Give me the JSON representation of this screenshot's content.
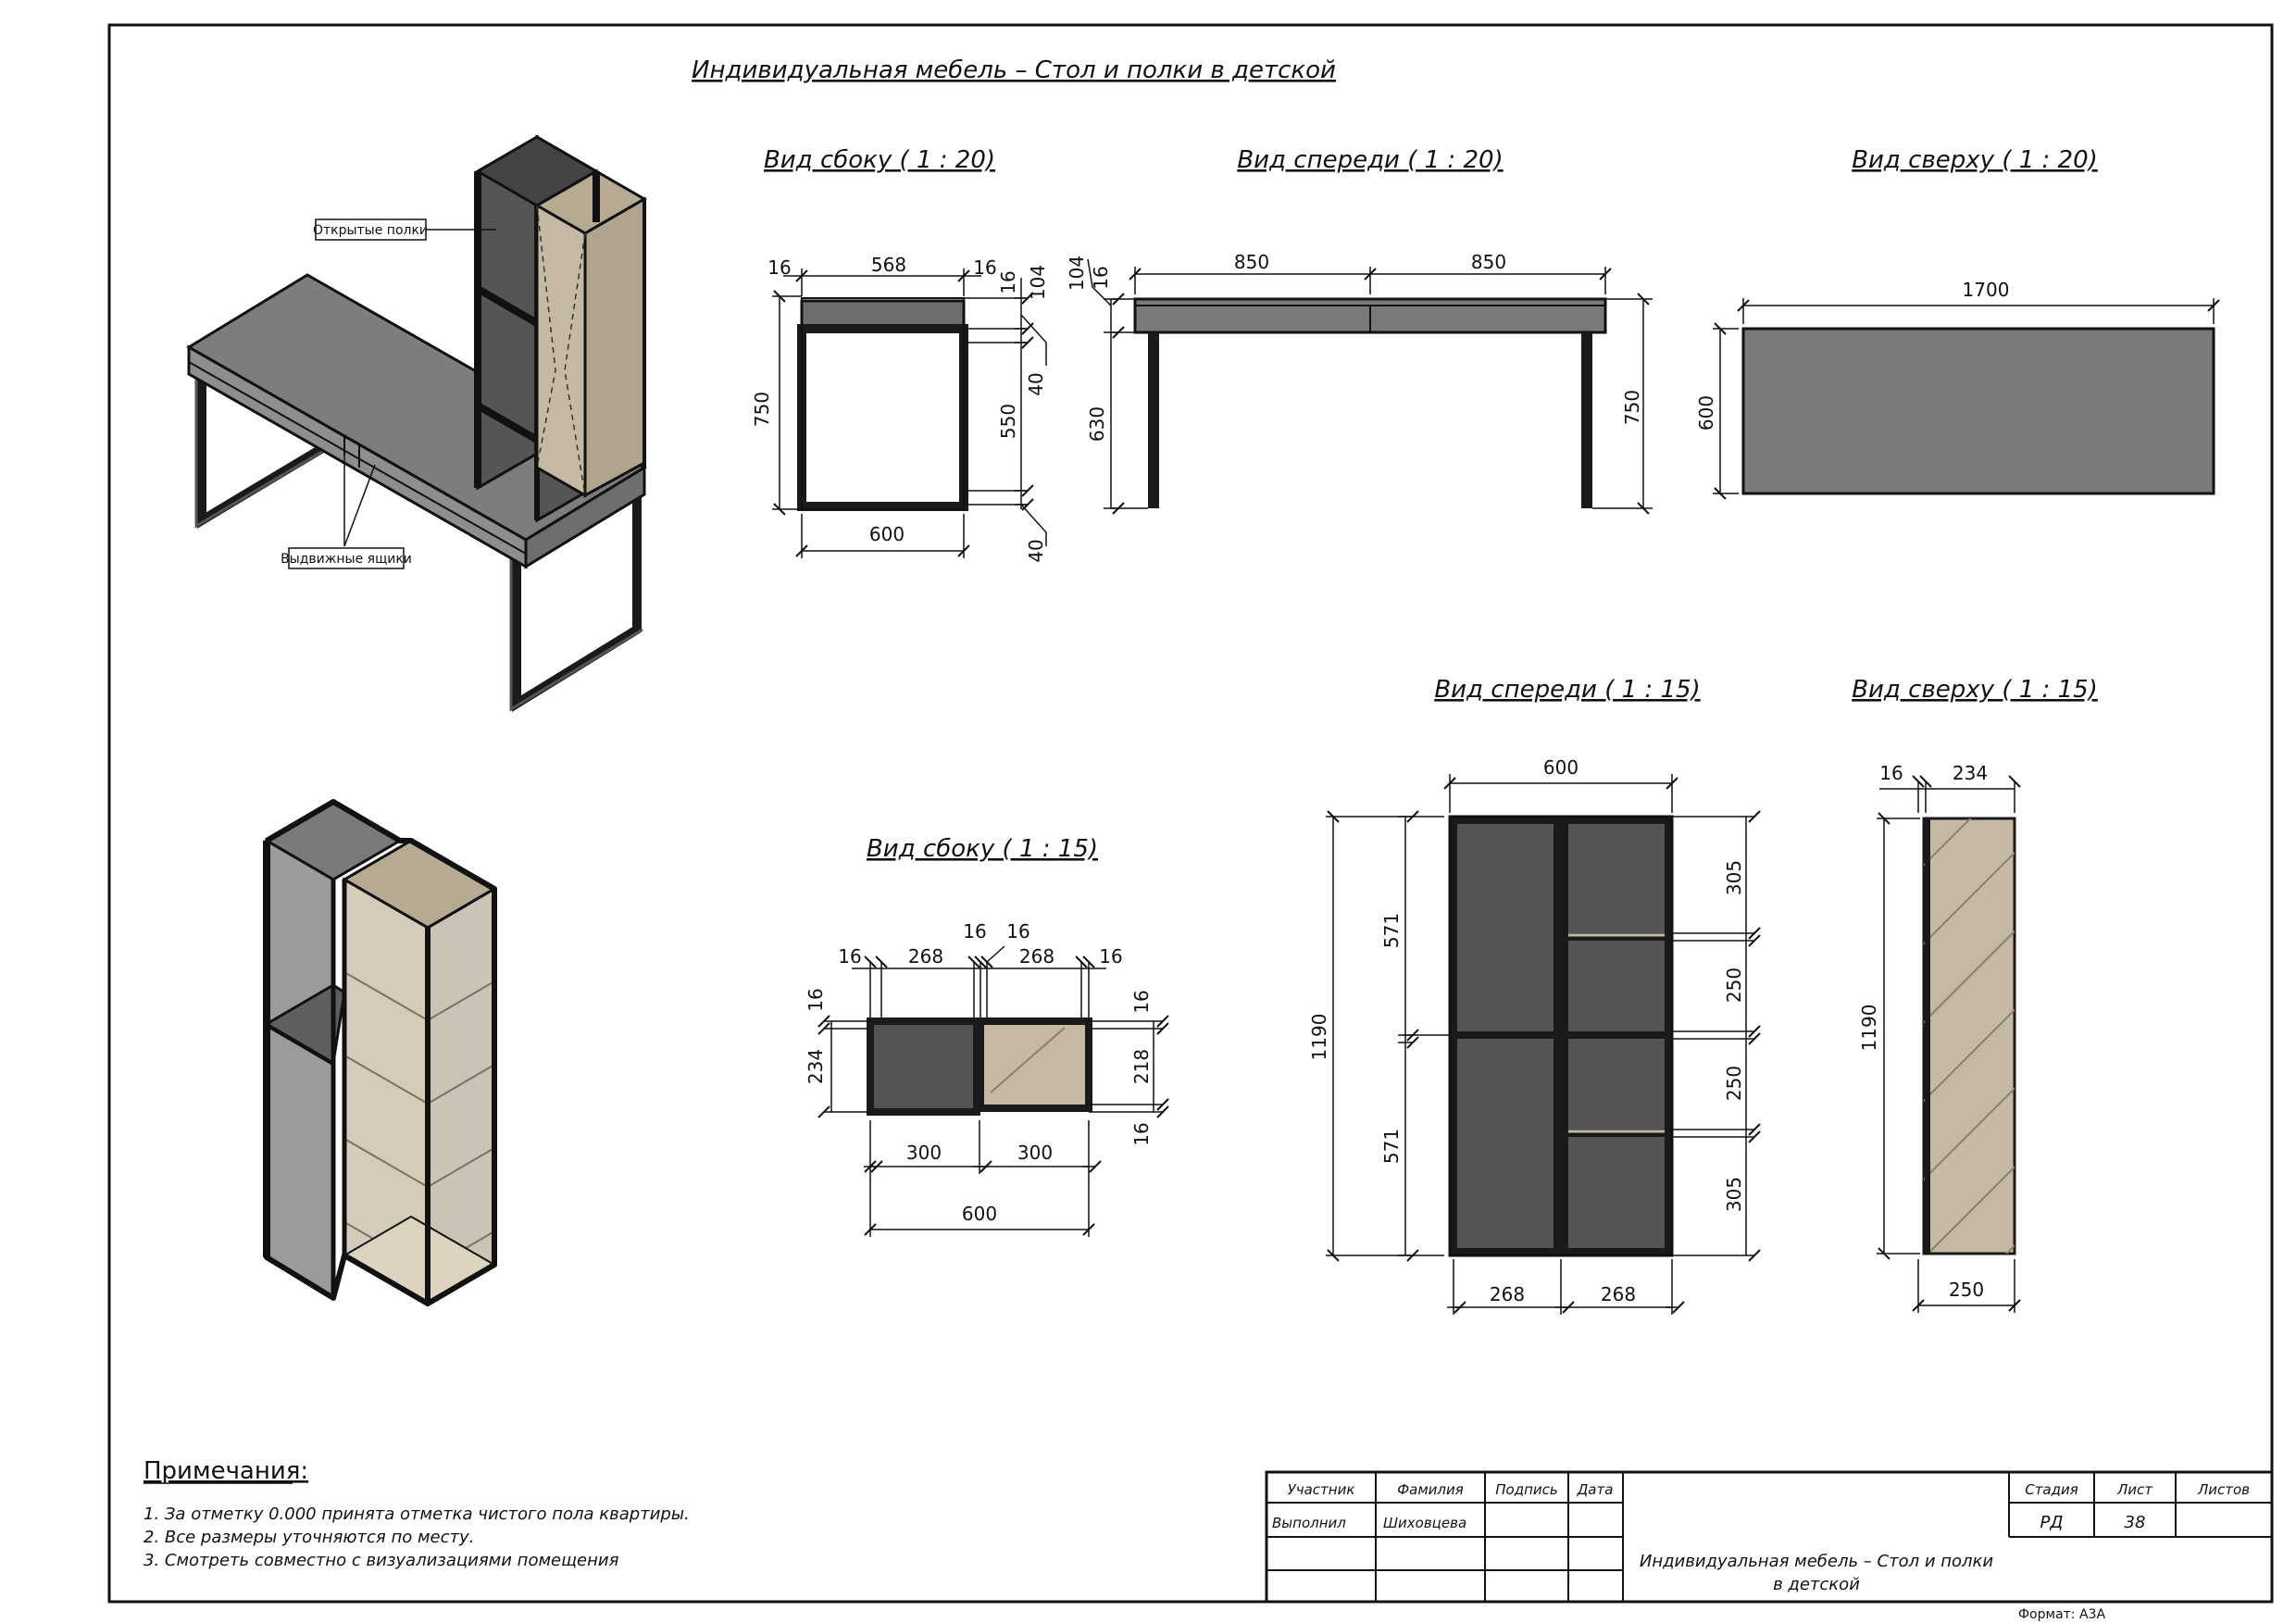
{
  "colors": {
    "frame": "#1a1a1a",
    "top_gray": "#7d7d7d",
    "top_gray_light": "#8e8e8e",
    "panel_dark": "#545454",
    "wood": "#c5b9a4",
    "glass_dark": "#6a6a6a",
    "glass_light": "#d8d0c0"
  },
  "sheet_title": "Индивидуальная мебель – Стол и полки в детской",
  "views": {
    "side_20": "Вид сбоку ( 1 : 20)",
    "front_20": "Вид спереди ( 1 : 20)",
    "top_20": "Вид сверху ( 1 : 20)",
    "side_15": "Вид сбоку ( 1 : 15)",
    "front_15": "Вид спереди ( 1 : 15)",
    "top_15": "Вид сверху ( 1 : 15)"
  },
  "callouts": {
    "open_shelves": "Открытые полки",
    "drawers": "Выдвижные ящики"
  },
  "dims": {
    "side20": {
      "w_total": "600",
      "w_inner": "568",
      "left": "16",
      "right": "16",
      "top": "16",
      "d104": "104",
      "d40a": "40",
      "d550": "550",
      "d40b": "40",
      "h750": "750"
    },
    "front20": {
      "left_half": "850",
      "right_half": "850",
      "d104": "104",
      "d16": "16",
      "h630": "630",
      "h750": "750"
    },
    "top20": {
      "width": "1700",
      "depth": "600"
    },
    "side15": {
      "t16a": "16",
      "w268a": "268",
      "t16b": "16",
      "t16c": "16",
      "w268b": "268",
      "t16d": "16",
      "l16": "16",
      "l234": "234",
      "r16a": "16",
      "r218": "218",
      "r16b": "16",
      "w300a": "300",
      "w300b": "300",
      "w600": "600"
    },
    "front15": {
      "w600": "600",
      "h1190": "1190",
      "h571a": "571",
      "h571b": "571",
      "r305a": "305",
      "r250a": "250",
      "r250b": "250",
      "r305b": "305",
      "b268a": "268",
      "b268b": "268"
    },
    "top15": {
      "t16": "16",
      "w234": "234",
      "h1190": "1190",
      "w250": "250"
    }
  },
  "notes": {
    "heading": "Примечания:",
    "items": [
      "1.   За отметку 0.000 принята отметка чистого пола квартиры.",
      "2.   Все размеры уточняются по месту.",
      "3.   Смотреть совместно с визуализациями помещения"
    ]
  },
  "stamp": {
    "col_participant": "Участник",
    "col_surname": "Фамилия",
    "col_signature": "Подпись",
    "col_date": "Дата",
    "role": "Выполнил",
    "name": "Шиховцева",
    "title_line1": "Индивидуальная мебель – Стол и полки",
    "title_line2": "в детской",
    "stage_label": "Стадия",
    "sheet_label": "Лист",
    "sheets_label": "Листов",
    "stage": "РД",
    "sheet": "38",
    "sheets": ""
  },
  "format_label": "Формат: А3А"
}
